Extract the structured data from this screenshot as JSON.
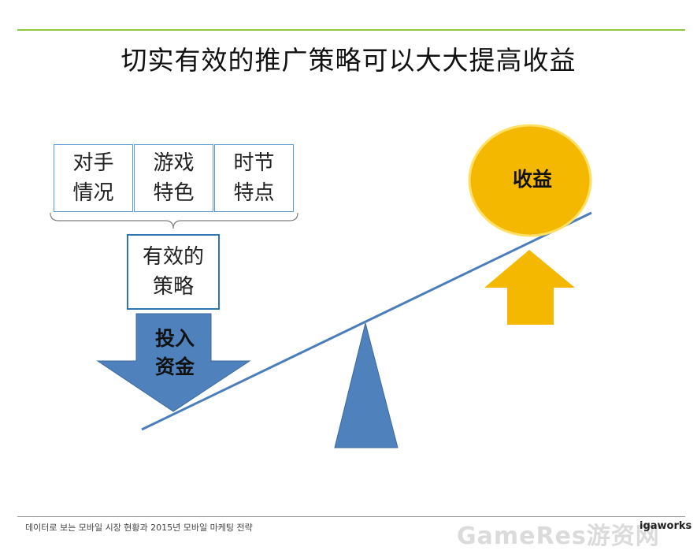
{
  "title": "切实有效的推广策略可以大大提高收益",
  "factors": [
    {
      "label": "对手\n情况"
    },
    {
      "label": "游戏\n特色"
    },
    {
      "label": "时节\n特点"
    }
  ],
  "strategy": {
    "label": "有效的\n策略"
  },
  "investment": {
    "label": "投入\n资金"
  },
  "revenue": {
    "label": "收益"
  },
  "footer": {
    "caption": "데이터로 보는 모바일 시장 현황과 2015년 모바일 마케팅 전략",
    "watermark": "GameRes游资网",
    "logo": "igaworks"
  },
  "colors": {
    "accent_rule": "#8dc63f",
    "box_border": "#5b9bd5",
    "strategy_border": "#2e75b6",
    "blue_shape": "#4f81bd",
    "gold": "#f5b800"
  }
}
